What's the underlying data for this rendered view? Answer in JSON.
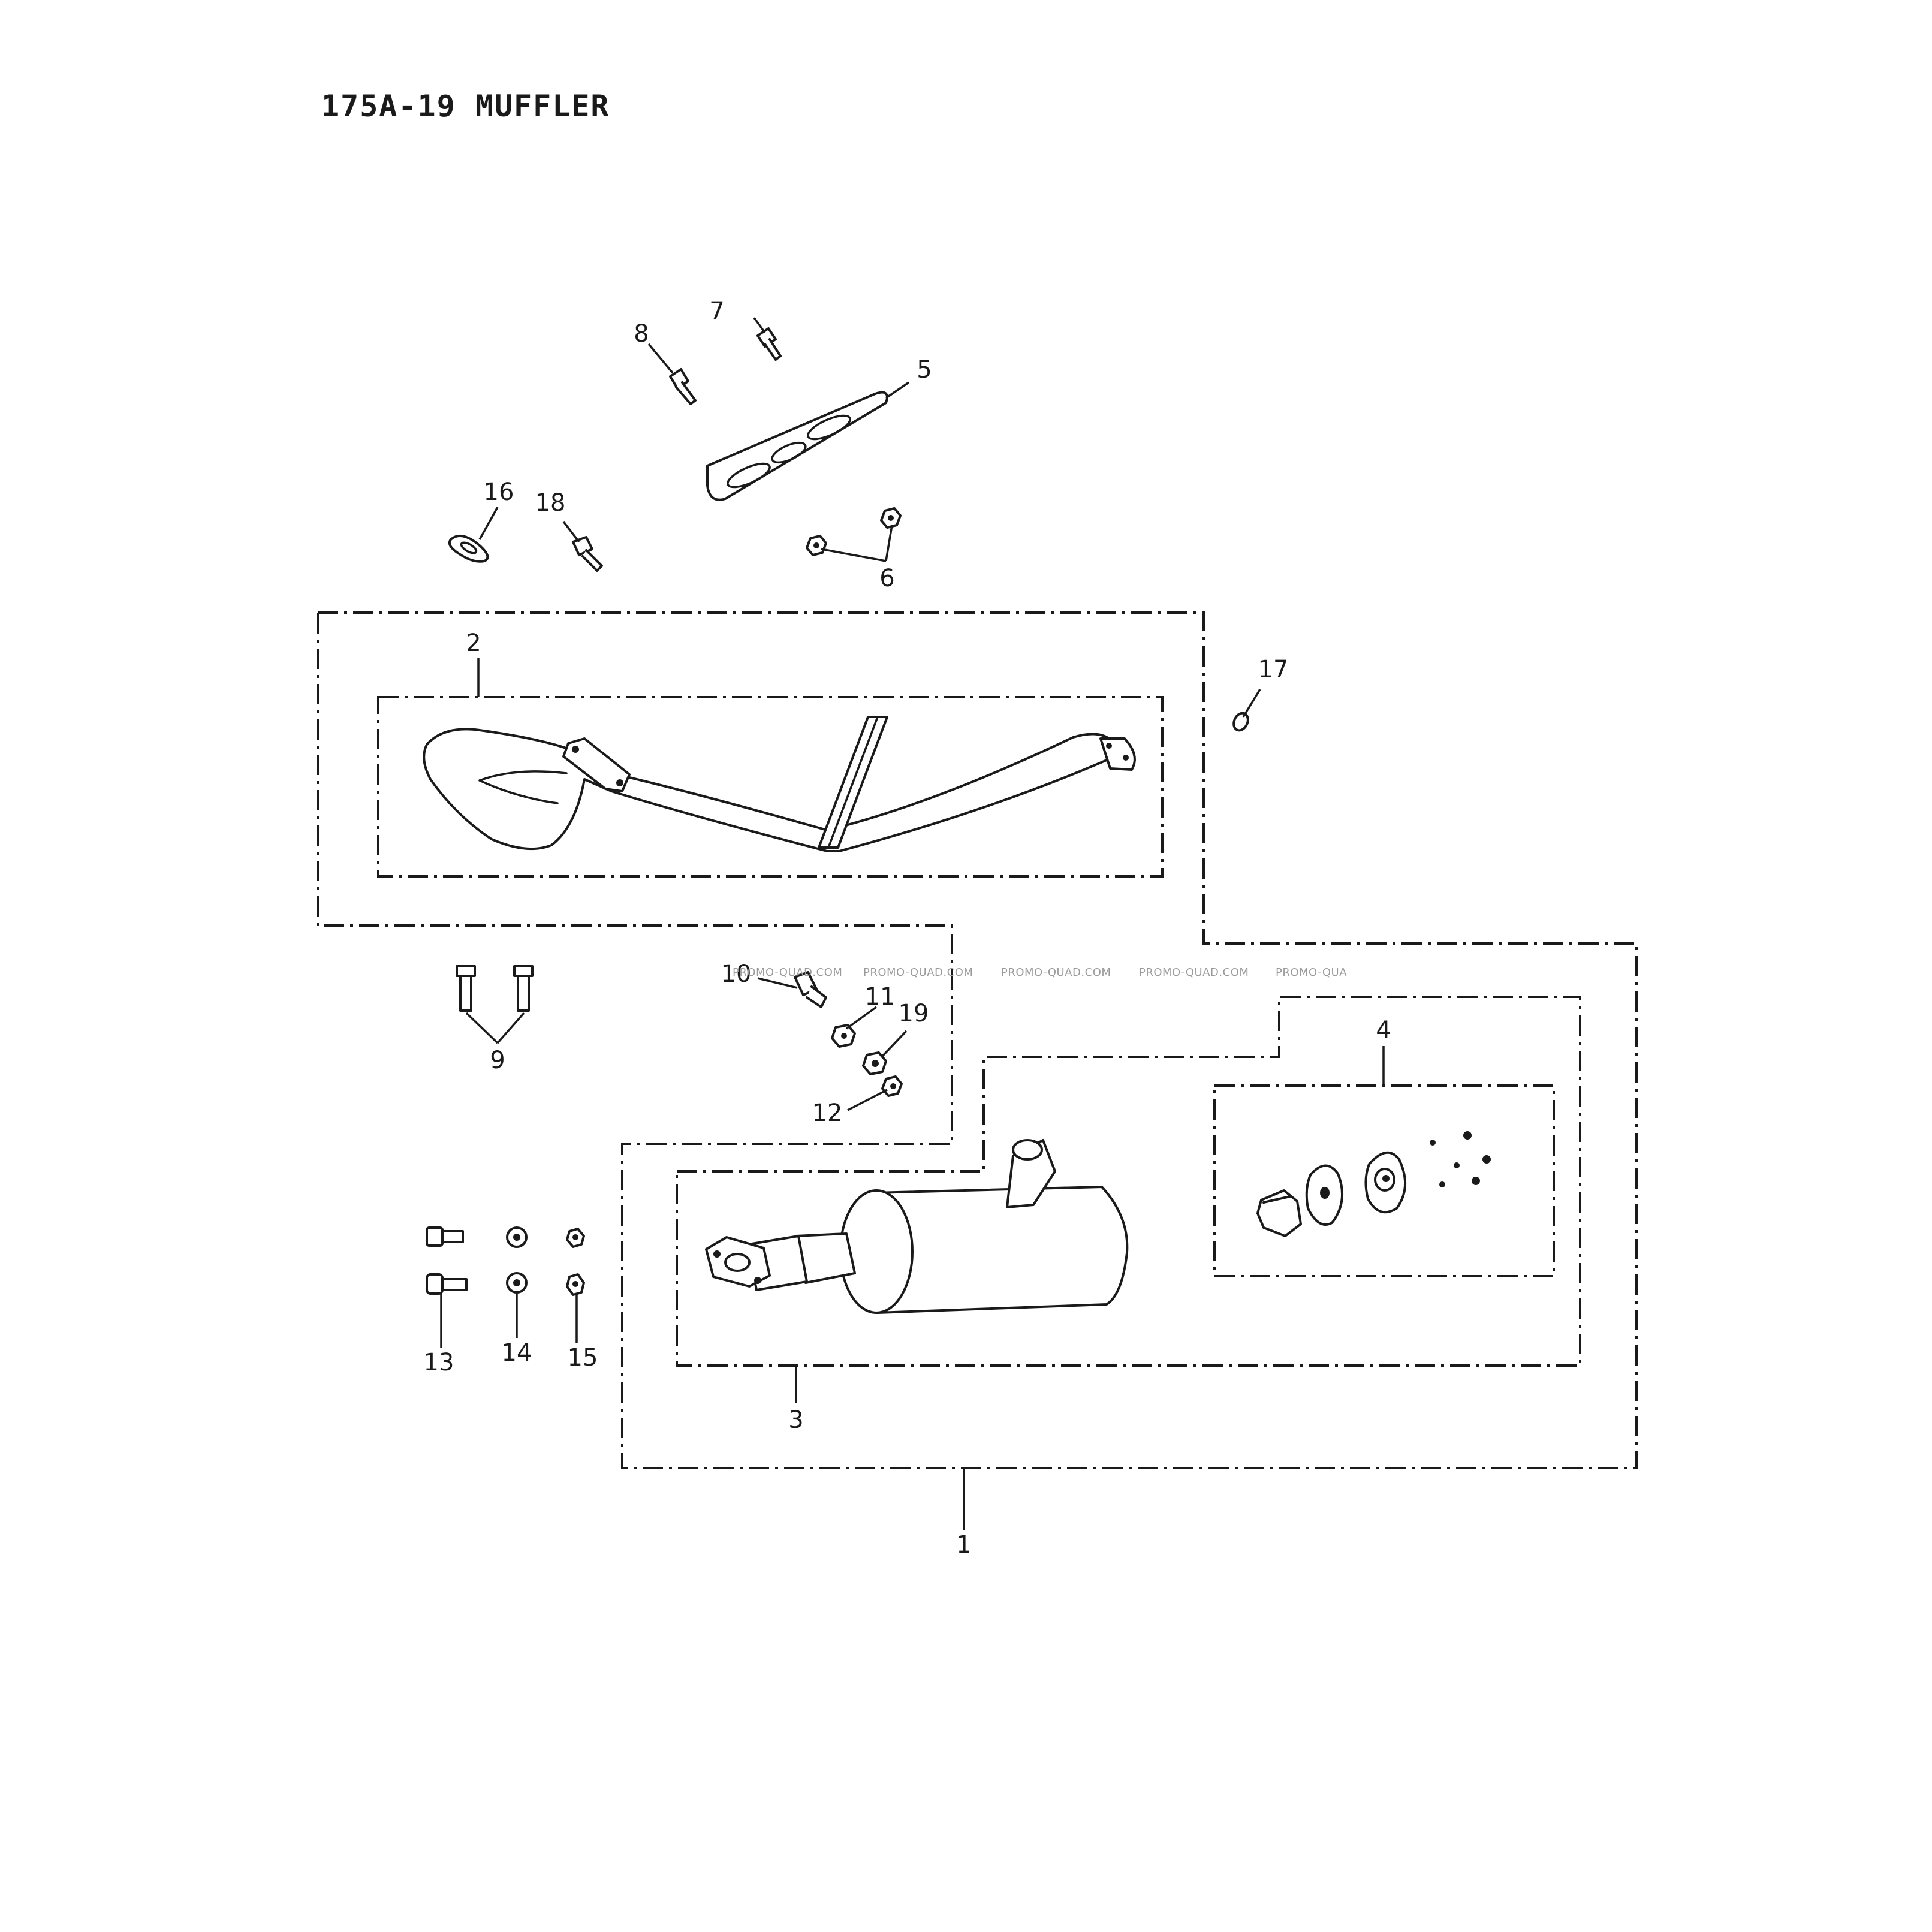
{
  "title": "175A-19 MUFFLER",
  "watermarks": [
    "PROMO-QUAD.COM",
    "PROMO-QUAD.COM",
    "PROMO-QUAD.COM",
    "PROMO-QUAD.COM",
    "PROMO-QUA"
  ],
  "callouts": {
    "c1": "1",
    "c2": "2",
    "c3": "3",
    "c4": "4",
    "c5": "5",
    "c6": "6",
    "c7": "7",
    "c8": "8",
    "c9": "9",
    "c10": "10",
    "c11": "11",
    "c12": "12",
    "c13": "13",
    "c14": "14",
    "c15": "15",
    "c16": "16",
    "c17": "17",
    "c18": "18",
    "c19": "19"
  }
}
